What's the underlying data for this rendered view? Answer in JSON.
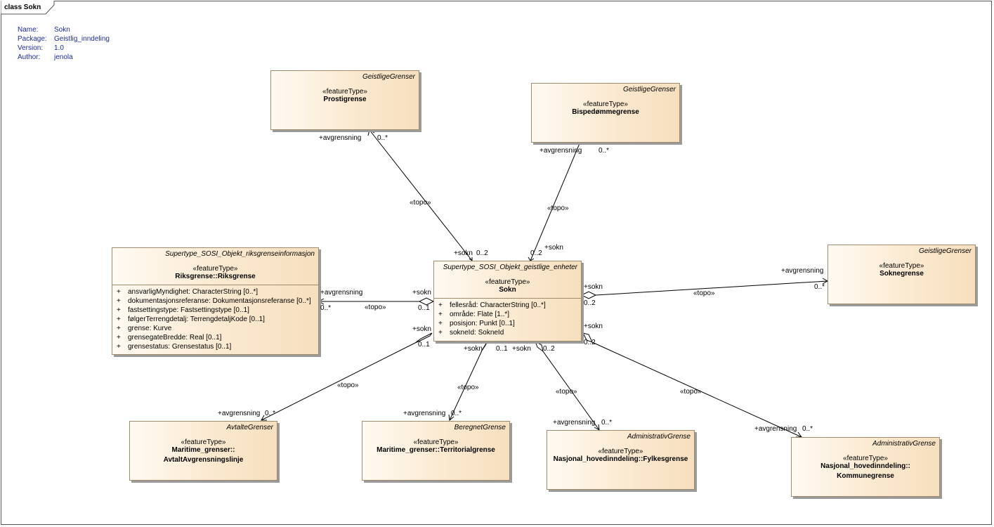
{
  "frame": {
    "title": "class Sokn"
  },
  "meta": {
    "rows": [
      {
        "key": "Name:",
        "value": "Sokn"
      },
      {
        "key": "Package:",
        "value": "Geistlig_inndeling"
      },
      {
        "key": "Version:",
        "value": "1.0"
      },
      {
        "key": "Author:",
        "value": "jenola"
      }
    ]
  },
  "classes": {
    "prostigrense": {
      "supertype": "GeistligeGrenser",
      "stereotype": "«featureType»",
      "name": "Prostigrense"
    },
    "bispedommegrense": {
      "supertype": "GeistligeGrenser",
      "stereotype": "«featureType»",
      "name": "Bispedømmegrense"
    },
    "soknegrense": {
      "supertype": "GeistligeGrenser",
      "stereotype": "«featureType»",
      "name": "Soknegrense"
    },
    "riksgrense": {
      "supertype": "Supertype_SOSI_Objekt_riksgrenseinformasjon",
      "stereotype": "«featureType»",
      "name": "Riksgrense::Riksgrense",
      "attributes": [
        "ansvarligMyndighet: CharacterString [0..*]",
        "dokumentasjonsreferanse: Dokumentasjonsreferanse [0..*]",
        "fastsettingstype: Fastsettingstype [0..1]",
        "følgerTerrengdetalj: TerrengdetaljKode [0..1]",
        "grense: Kurve",
        "grensegateBredde: Real [0..1]",
        "grensestatus: Grensestatus [0..1]"
      ]
    },
    "sokn": {
      "supertype": "Supertype_SOSI_Objekt_geistlige_enheter",
      "stereotype": "«featureType»",
      "name": "Sokn",
      "attributes": [
        "fellesråd: CharacterString [0..*]",
        "område: Flate [1..*]",
        "posisjon: Punkt [0..1]",
        "sokneId: SokneId"
      ]
    },
    "avtalt": {
      "supertype": "AvtalteGrenser",
      "stereotype": "«featureType»",
      "name_line1": "Maritime_grenser::",
      "name_line2": "AvtaltAvgrensningslinje"
    },
    "territorial": {
      "supertype": "BeregnetGrense",
      "stereotype": "«featureType»",
      "name": "Maritime_grenser::Territorialgrense"
    },
    "fylkesgrense": {
      "supertype": "AdministrativGrense",
      "stereotype": "«featureType»",
      "name": "Nasjonal_hovedinndeling::Fylkesgrense"
    },
    "kommunegrense": {
      "supertype": "AdministrativGrense",
      "stereotype": "«featureType»",
      "name_line1": "Nasjonal_hovedinndeling::",
      "name_line2": "Kommunegrense"
    }
  },
  "visibility_symbol": "+",
  "associations": {
    "stereotype": "«topo»",
    "source_role": "+sokn",
    "target_role": "+avgrensning",
    "source_mult_a": "0..2",
    "source_mult_b": "0..1",
    "target_mult": "0..*"
  },
  "colors": {
    "class_fill_start": "#fffaf2",
    "class_fill_end": "#f6dfbe",
    "class_border": "#a08b6e",
    "meta_text": "#1f2aa0"
  }
}
